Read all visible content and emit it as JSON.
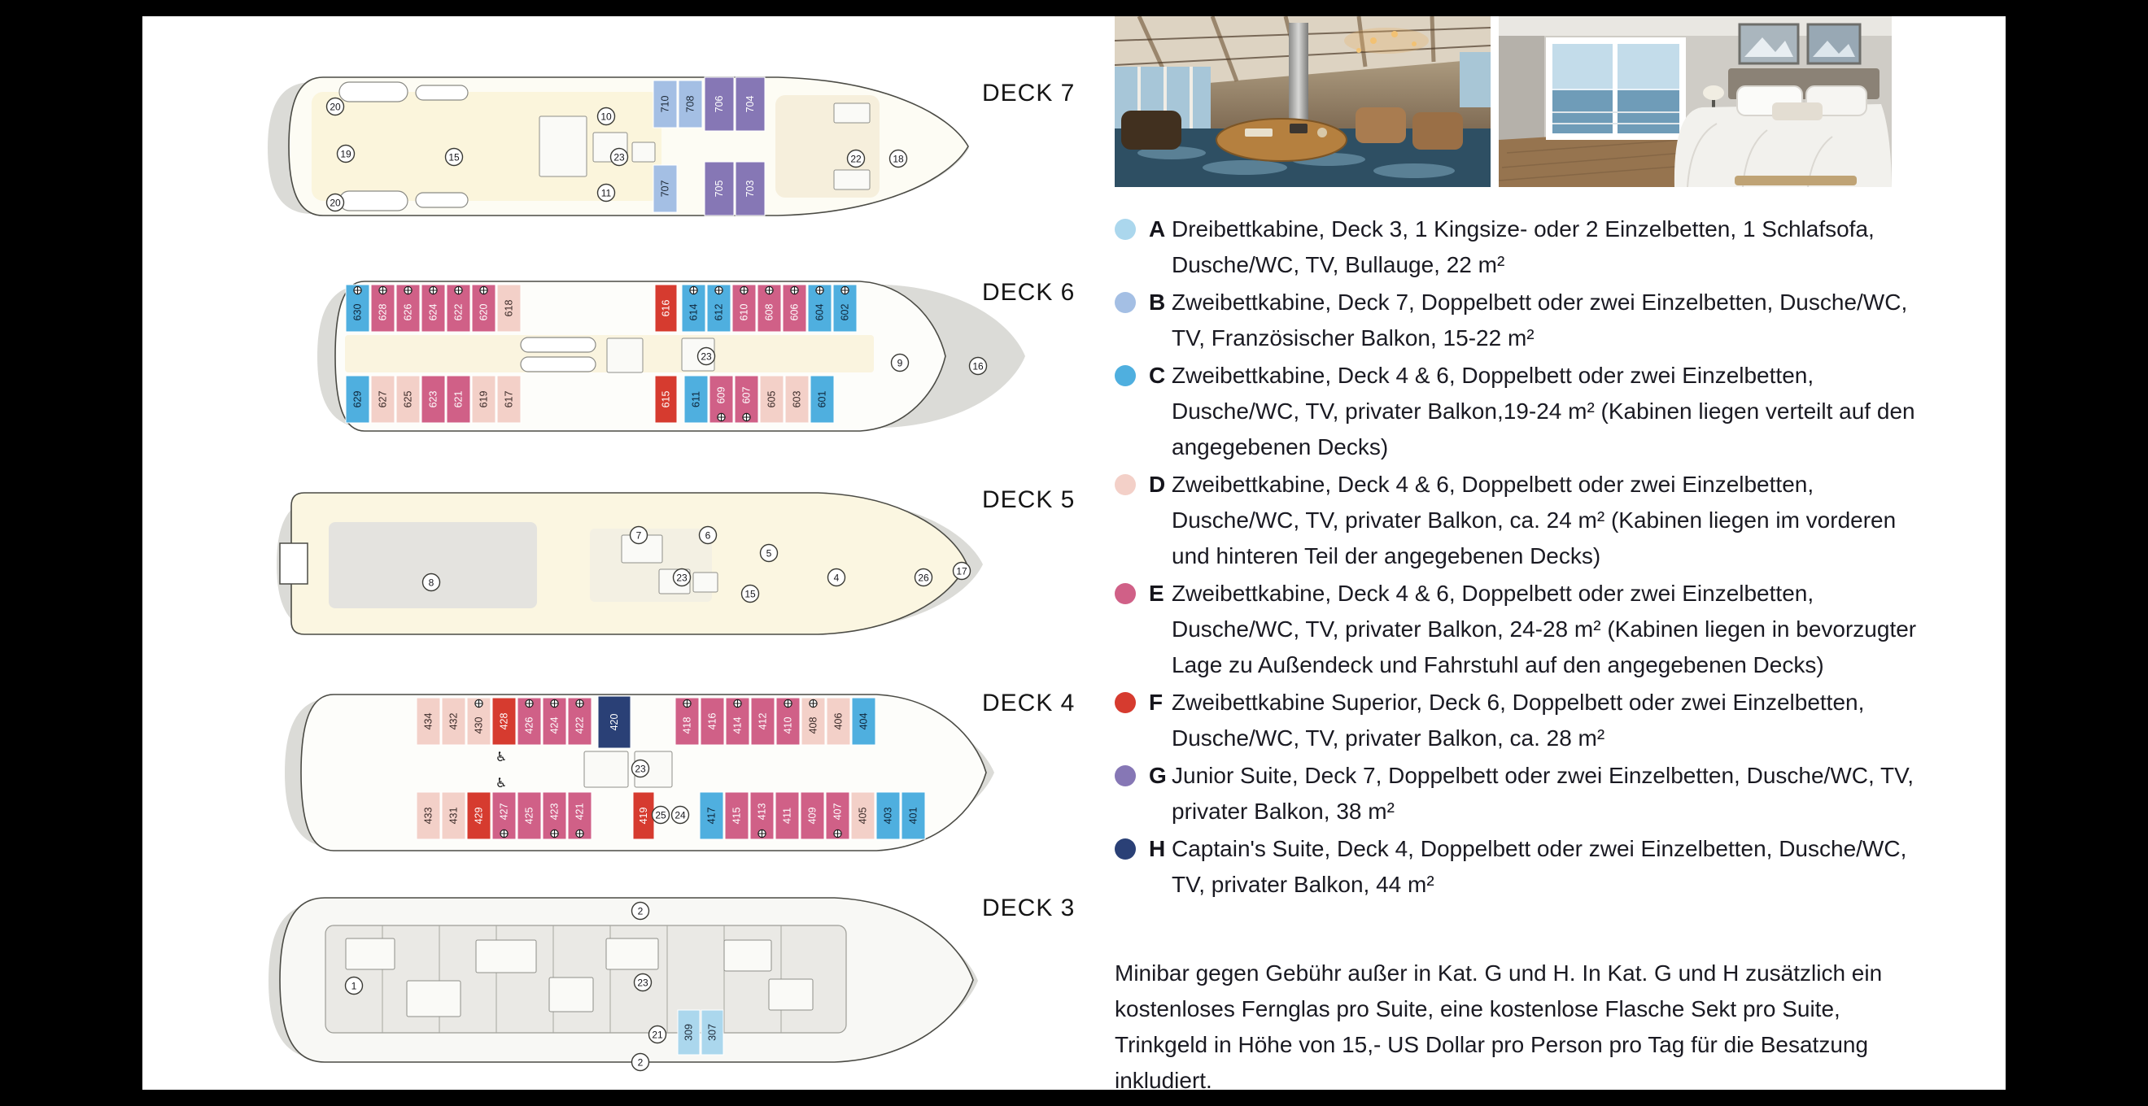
{
  "frame": {
    "background": "#000000",
    "page_background": "#ffffff"
  },
  "categories": {
    "A": {
      "color": "#abd7ed",
      "text_color": "#1e2a38"
    },
    "B": {
      "color": "#a4bfe4",
      "text_color": "#1e2a38"
    },
    "C": {
      "color": "#4fafdf",
      "text_color": "#0e2438"
    },
    "D": {
      "color": "#f3d0c8",
      "text_color": "#3a2a28"
    },
    "E": {
      "color": "#d06087",
      "text_color": "#ffffff"
    },
    "F": {
      "color": "#d63b2f",
      "text_color": "#ffffff"
    },
    "G": {
      "color": "#8677b5",
      "text_color": "#ffffff"
    },
    "H": {
      "color": "#2a4076",
      "text_color": "#ffffff"
    }
  },
  "decks": [
    {
      "id": "deck7",
      "label": "DECK 7",
      "cabins": [
        {
          "n": "710",
          "c": "B"
        },
        {
          "n": "708",
          "c": "B"
        },
        {
          "n": "706",
          "c": "G"
        },
        {
          "n": "704",
          "c": "G"
        },
        {
          "n": "707",
          "c": "B"
        },
        {
          "n": "705",
          "c": "G"
        },
        {
          "n": "703",
          "c": "G"
        }
      ],
      "markers": [
        "20",
        "19",
        "20",
        "15",
        "10",
        "23",
        "11",
        "22",
        "18"
      ]
    },
    {
      "id": "deck6",
      "label": "DECK 6",
      "cabins": [
        {
          "n": "630",
          "c": "C",
          "b": 1
        },
        {
          "n": "628",
          "c": "E",
          "b": 1
        },
        {
          "n": "626",
          "c": "E",
          "b": 1
        },
        {
          "n": "624",
          "c": "E",
          "b": 1
        },
        {
          "n": "622",
          "c": "E",
          "b": 1
        },
        {
          "n": "620",
          "c": "E",
          "b": 1
        },
        {
          "n": "618",
          "c": "D"
        },
        {
          "n": "616",
          "c": "F"
        },
        {
          "n": "614",
          "c": "C",
          "b": 1
        },
        {
          "n": "612",
          "c": "C",
          "b": 1
        },
        {
          "n": "610",
          "c": "E",
          "b": 1
        },
        {
          "n": "608",
          "c": "E",
          "b": 1
        },
        {
          "n": "606",
          "c": "E",
          "b": 1
        },
        {
          "n": "604",
          "c": "C",
          "b": 1
        },
        {
          "n": "602",
          "c": "C",
          "b": 1
        },
        {
          "n": "629",
          "c": "C"
        },
        {
          "n": "627",
          "c": "D"
        },
        {
          "n": "625",
          "c": "D"
        },
        {
          "n": "623",
          "c": "E"
        },
        {
          "n": "621",
          "c": "E"
        },
        {
          "n": "619",
          "c": "D"
        },
        {
          "n": "617",
          "c": "D"
        },
        {
          "n": "615",
          "c": "F"
        },
        {
          "n": "611",
          "c": "C"
        },
        {
          "n": "609",
          "c": "E",
          "b": 1
        },
        {
          "n": "607",
          "c": "E",
          "b": 1
        },
        {
          "n": "605",
          "c": "D"
        },
        {
          "n": "603",
          "c": "D"
        },
        {
          "n": "601",
          "c": "C"
        }
      ],
      "markers": [
        "23",
        "9",
        "16"
      ]
    },
    {
      "id": "deck5",
      "label": "DECK 5",
      "cabins": [],
      "markers": [
        "7",
        "6",
        "5",
        "8",
        "23",
        "15",
        "4",
        "26",
        "17"
      ]
    },
    {
      "id": "deck4",
      "label": "DECK 4",
      "cabins": [
        {
          "n": "434",
          "c": "D"
        },
        {
          "n": "432",
          "c": "D"
        },
        {
          "n": "430",
          "c": "D",
          "b": 1
        },
        {
          "n": "428",
          "c": "F"
        },
        {
          "n": "426",
          "c": "E",
          "b": 1
        },
        {
          "n": "424",
          "c": "E",
          "b": 1
        },
        {
          "n": "422",
          "c": "E",
          "b": 1
        },
        {
          "n": "420",
          "c": "H"
        },
        {
          "n": "418",
          "c": "E",
          "b": 1
        },
        {
          "n": "416",
          "c": "E"
        },
        {
          "n": "414",
          "c": "E",
          "b": 1
        },
        {
          "n": "412",
          "c": "E"
        },
        {
          "n": "410",
          "c": "E",
          "b": 1
        },
        {
          "n": "408",
          "c": "D",
          "b": 1
        },
        {
          "n": "406",
          "c": "D"
        },
        {
          "n": "404",
          "c": "C"
        },
        {
          "n": "433",
          "c": "D"
        },
        {
          "n": "431",
          "c": "D"
        },
        {
          "n": "429",
          "c": "F"
        },
        {
          "n": "427",
          "c": "E",
          "b": 1
        },
        {
          "n": "425",
          "c": "E"
        },
        {
          "n": "423",
          "c": "E",
          "b": 1
        },
        {
          "n": "421",
          "c": "E",
          "b": 1
        },
        {
          "n": "419",
          "c": "F"
        },
        {
          "n": "417",
          "c": "C"
        },
        {
          "n": "415",
          "c": "E"
        },
        {
          "n": "413",
          "c": "E",
          "b": 1
        },
        {
          "n": "411",
          "c": "E"
        },
        {
          "n": "409",
          "c": "E"
        },
        {
          "n": "407",
          "c": "E",
          "b": 1
        },
        {
          "n": "405",
          "c": "D"
        },
        {
          "n": "403",
          "c": "C"
        },
        {
          "n": "401",
          "c": "C"
        }
      ],
      "markers": [
        "23",
        "25",
        "24"
      ]
    },
    {
      "id": "deck3",
      "label": "DECK 3",
      "cabins": [
        {
          "n": "309",
          "c": "A"
        },
        {
          "n": "307",
          "c": "A"
        }
      ],
      "markers": [
        "2",
        "1",
        "23",
        "21",
        "2"
      ]
    }
  ],
  "legend": {
    "items": [
      {
        "letter": "A",
        "text": "Dreibettkabine, Deck 3, 1 Kingsize- oder 2 Einzelbetten, 1 Schlafsofa, Dusche/WC, TV, Bullauge, 22 m²"
      },
      {
        "letter": "B",
        "text": "Zweibettkabine, Deck 7, Doppelbett oder zwei Einzelbetten, Dusche/WC, TV, Französischer Balkon, 15-22 m²"
      },
      {
        "letter": "C",
        "text": "Zweibettkabine, Deck 4 & 6, Doppelbett oder zwei Einzelbetten, Dusche/WC, TV, privater Balkon,19-24 m² (Kabinen liegen verteilt auf den angegebenen Decks)"
      },
      {
        "letter": "D",
        "text": "Zweibettkabine, Deck 4 & 6, Doppelbett oder zwei Einzelbetten, Dusche/WC, TV, privater Balkon, ca. 24 m² (Kabinen liegen im vorderen und hinteren Teil der angegebenen Decks)"
      },
      {
        "letter": "E",
        "text": "Zweibettkabine, Deck 4 & 6, Doppelbett oder zwei Einzelbetten, Dusche/WC, TV, privater Balkon, 24-28 m² (Kabinen liegen in bevorzugter Lage zu Außendeck und Fahrstuhl auf den angegebenen Decks)"
      },
      {
        "letter": "F",
        "text": "Zweibettkabine Superior, Deck 6, Doppelbett oder zwei Einzelbetten, Dusche/WC, TV, privater Balkon, ca. 28 m²"
      },
      {
        "letter": "G",
        "text": "Junior Suite, Deck 7, Doppelbett oder zwei Einzelbetten, Dusche/WC, TV, privater Balkon, 38 m²"
      },
      {
        "letter": "H",
        "text": "Captain's Suite, Deck 4, Doppelbett oder zwei Einzelbetten, Dusche/WC, TV, privater Balkon, 44 m²"
      }
    ]
  },
  "footer": {
    "text": "Minibar gegen Gebühr außer in Kat. G und H. In Kat. G und H zusätzlich ein kostenloses Fernglas pro Suite, eine kostenlose Flasche Sekt pro Suite, Trinkgeld in Höhe von 15,- US Dollar pro Person pro Tag für die Besatzung inkludiert."
  }
}
